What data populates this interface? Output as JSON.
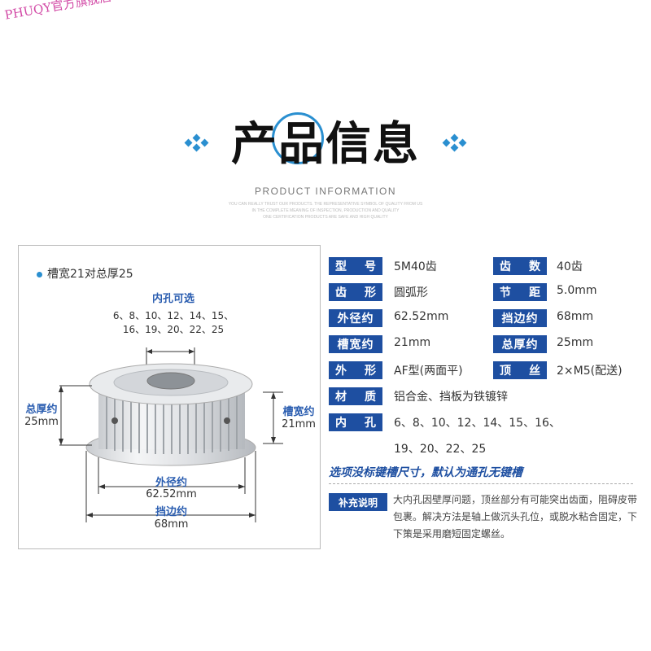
{
  "watermark": "PHUQY官方旗舰店",
  "header": {
    "title": "产品信息",
    "subtitle": "PRODUCT INFORMATION",
    "tiny_lines": [
      "YOU CAN REALLY TRUST OUR PRODUCTS. THE REPRESENTATIVE SYMBOL OF QUALITY FROM US",
      "IN THE COMPLETE MEANING OF INSPECTION, PRODUCTION AND QUALITY",
      "ONE CERTIFICATION PRODUCTS ARE SAFE AND HIGH QUALITY"
    ]
  },
  "image_panel": {
    "bullet": "槽宽21对总厚25",
    "bore_title": "内孔可选",
    "bore_line1": "6、8、10、12、14、15、",
    "bore_line2": "16、19、20、22、25",
    "total_thick_label": "总厚约",
    "total_thick_value": "25mm",
    "groove_label": "槽宽约",
    "groove_value": "21mm",
    "od_label": "外径约",
    "od_value": "62.52mm",
    "flange_label": "挡边约",
    "flange_value": "68mm"
  },
  "specs": [
    {
      "tag_a": "型",
      "tag_b": "号",
      "value": "5M40齿",
      "tag2_a": "齿",
      "tag2_b": "数",
      "value2": "40齿"
    },
    {
      "tag_a": "齿",
      "tag_b": "形",
      "value": "圆弧形",
      "tag2_a": "节",
      "tag2_b": "距",
      "value2": "5.0mm"
    },
    {
      "tag": "外径约",
      "value": "62.52mm",
      "tag2": "挡边约",
      "value2": "68mm"
    },
    {
      "tag": "槽宽约",
      "value": "21mm",
      "tag2": "总厚约",
      "value2": "25mm"
    },
    {
      "tag_a": "外",
      "tag_b": "形",
      "value": "AF型(两面平)",
      "tag2_a": "顶",
      "tag2_b": "丝",
      "value2": "2×M5(配送)"
    },
    {
      "tag_a": "材",
      "tag_b": "质",
      "value": "铝合金、挡板为铁镀锌"
    },
    {
      "tag_a": "内",
      "tag_b": "孔",
      "value": "6、8、10、12、14、15、16、",
      "value_line2": "19、20、22、25"
    }
  ],
  "note": "选项没标键槽尺寸，默认为通孔无键槽",
  "supplement": {
    "tag": "补充说明",
    "text": "大内孔因壁厚问题，顶丝部分有可能突出齿面，阻碍皮带包裹。解决方法是轴上做沉头孔位，或脱水粘合固定，下下策是采用磨短固定螺丝。"
  },
  "colors": {
    "accent": "#1e4fa1",
    "ring": "#2a8fd0",
    "watermark": "#d24aa6"
  }
}
